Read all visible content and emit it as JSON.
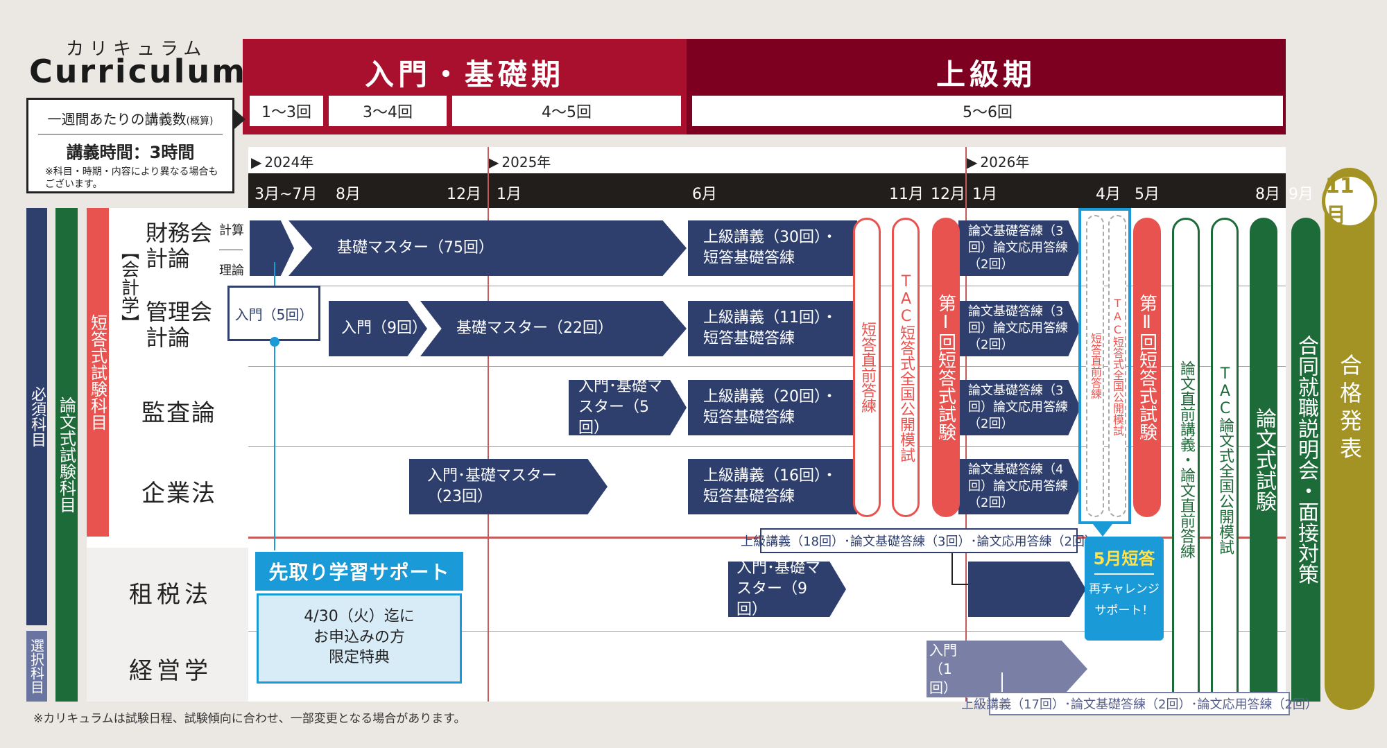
{
  "header": {
    "kana": "カリキュラム",
    "title": "Curriculum",
    "basic_phase": "入門・基礎期",
    "advanced_phase": "上級期",
    "weekly_label": "一週間あたりの講義数",
    "weekly_note": "(概算)",
    "lecture_time": "講義時間：3時間",
    "lecture_note": "※科目・時期・内容により異なる場合もございます。",
    "counts": [
      "1～3回",
      "3～4回",
      "4～5回",
      "5～6回"
    ]
  },
  "timeline": {
    "years": [
      "2024年",
      "2025年",
      "2026年"
    ],
    "months": [
      "3月~7月",
      "8月",
      "12月",
      "1月",
      "6月",
      "11月",
      "12月",
      "1月",
      "4月",
      "5月",
      "8月",
      "9月"
    ],
    "final": "11月"
  },
  "categories": {
    "required": "必須科目",
    "elective": "選択科目",
    "essay": "論文式試験科目",
    "short": "短答式試験科目",
    "accounting": "【会計学】"
  },
  "subjects": {
    "financial": "財務会計論",
    "calc": "計算",
    "theory": "理論",
    "management": "管理会計論",
    "audit": "監査論",
    "corporate": "企業法",
    "tax": "租税法",
    "business": "経営学"
  },
  "bars": {
    "fin_basic": "基礎マスター（75回）",
    "fin_intro": "入門（5回）",
    "fin_adv": "上級講義（30回）・短答基礎答練",
    "mgmt_intro": "入門（9回）",
    "mgmt_basic": "基礎マスター（22回）",
    "mgmt_adv": "上級講義（11回）・短答基礎答練",
    "audit_basic": "入門･基礎マスター（5回）",
    "audit_adv": "上級講義（20回）・短答基礎答練",
    "corp_basic": "入門･基礎マスター（23回）",
    "corp_adv": "上級講義（16回）・短答基礎答練",
    "tax_basic": "入門･基礎マスター（9回）",
    "tax_adv": "上級講義（18回）･論文基礎答練（3回）･論文応用答練（2回）",
    "bus_intro": "入門（1回）",
    "bus_adv": "上級講義（17回）･論文基礎答練（2回）･論文応用答練（2回）",
    "essay_fin": "論文基礎答練（3回）論文応用答練（2回）",
    "essay_mgmt": "論文基礎答練（3回）論文応用答練（2回）",
    "essay_audit": "論文基礎答練（3回）論文応用答練（2回）",
    "essay_corp": "論文基礎答練（4回）論文応用答練（2回）"
  },
  "pills": {
    "short_drill": "短答直前答練",
    "tac_short_mock": "TAC短答式全国公開模試",
    "exam1": "第Ⅰ回短答式試験",
    "short_drill2": "短答直前答練",
    "tac_short_mock2": "TAC短答式全国公開模試",
    "exam2": "第Ⅱ回短答式試験",
    "essay_prep": "論文直前講義・論文直前答練",
    "tac_essay_mock": "TAC論文式全国公開模試",
    "essay_exam": "論文式試験",
    "job_fair": "合同就職説明会・面接対策",
    "result": "合格発表"
  },
  "support": {
    "title": "先取り学習サポート",
    "line1": "4/30（火）迄に",
    "line2": "お申込みの方",
    "line3": "限定特典"
  },
  "may": {
    "title": "5月短答",
    "line1": "再チャレンジ",
    "line2": "サポート！"
  },
  "footnote": "※カリキュラムは試験日程、試験傾向に合わせ、一部変更となる場合があります。",
  "colors": {
    "navy": "#2e3f6e",
    "red": "#e8534f",
    "crimson": "#a8102e",
    "green": "#1e6b3a",
    "olive": "#a39324",
    "cyan": "#1a9ad6"
  }
}
